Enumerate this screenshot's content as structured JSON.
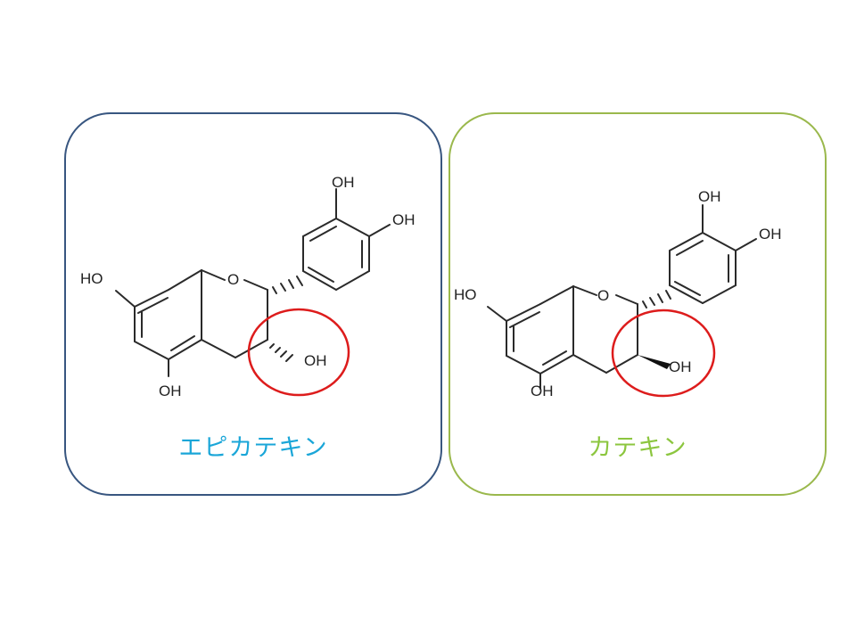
{
  "colors": {
    "left_border": "#385680",
    "right_border": "#9ab84c",
    "left_caption": "#1aa6d8",
    "right_caption": "#8cc63f",
    "highlight": "#dd1c1c",
    "bond": "#2a2a2a"
  },
  "molecules": [
    {
      "name": "エピカテキン",
      "labels": {
        "oh_top": "OH",
        "oh_right": "OH",
        "ring_o": "O",
        "ho_left": "HO",
        "oh_c3": "OH",
        "oh_bottom": "OH"
      },
      "c3_bond": "hashed"
    },
    {
      "name": "カテキン",
      "labels": {
        "oh_top": "OH",
        "oh_right": "OH",
        "ring_o": "O",
        "ho_left": "HO",
        "oh_c3": "OH",
        "oh_bottom": "OH"
      },
      "c3_bond": "wedge"
    }
  ]
}
